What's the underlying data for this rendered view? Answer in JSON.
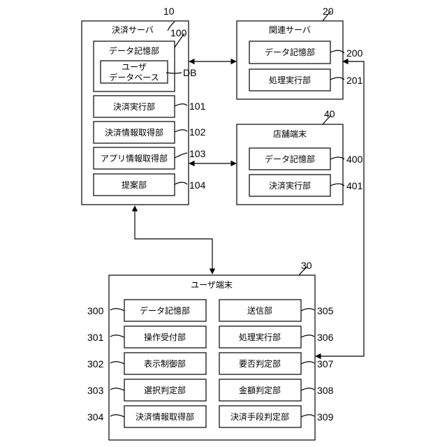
{
  "server": {
    "ref": "10",
    "title": "決済サーバ",
    "storage": {
      "ref": "100",
      "title": "データ記憶部",
      "db_line1": "ユーザ",
      "db_line2": "データベース",
      "db_tag": "DB"
    },
    "units": [
      {
        "label": "決済実行部",
        "ref": "101"
      },
      {
        "label": "決済情報取得部",
        "ref": "102"
      },
      {
        "label": "アプリ情報取得部",
        "ref": "103"
      },
      {
        "label": "提案部",
        "ref": "104"
      }
    ]
  },
  "related_server": {
    "ref": "20",
    "title": "関連サーバ",
    "units": [
      {
        "label": "データ記憶部",
        "ref": "200"
      },
      {
        "label": "処理実行部",
        "ref": "201"
      }
    ]
  },
  "store_terminal": {
    "ref": "40",
    "title": "店舗端末",
    "units": [
      {
        "label": "データ記憶部",
        "ref": "400"
      },
      {
        "label": "決済実行部",
        "ref": "401"
      }
    ]
  },
  "user_terminal": {
    "ref": "30",
    "title": "ユーザ端末",
    "left_units": [
      {
        "label": "データ記憶部",
        "ref": "300"
      },
      {
        "label": "操作受付部",
        "ref": "301"
      },
      {
        "label": "表示制御部",
        "ref": "302"
      },
      {
        "label": "選択判定部",
        "ref": "303"
      },
      {
        "label": "決済情報取得部",
        "ref": "304"
      }
    ],
    "right_units": [
      {
        "label": "送信部",
        "ref": "305"
      },
      {
        "label": "処理実行部",
        "ref": "306"
      },
      {
        "label": "要否判定部",
        "ref": "307"
      },
      {
        "label": "金額判定部",
        "ref": "308"
      },
      {
        "label": "決済手段判定部",
        "ref": "309"
      }
    ]
  }
}
